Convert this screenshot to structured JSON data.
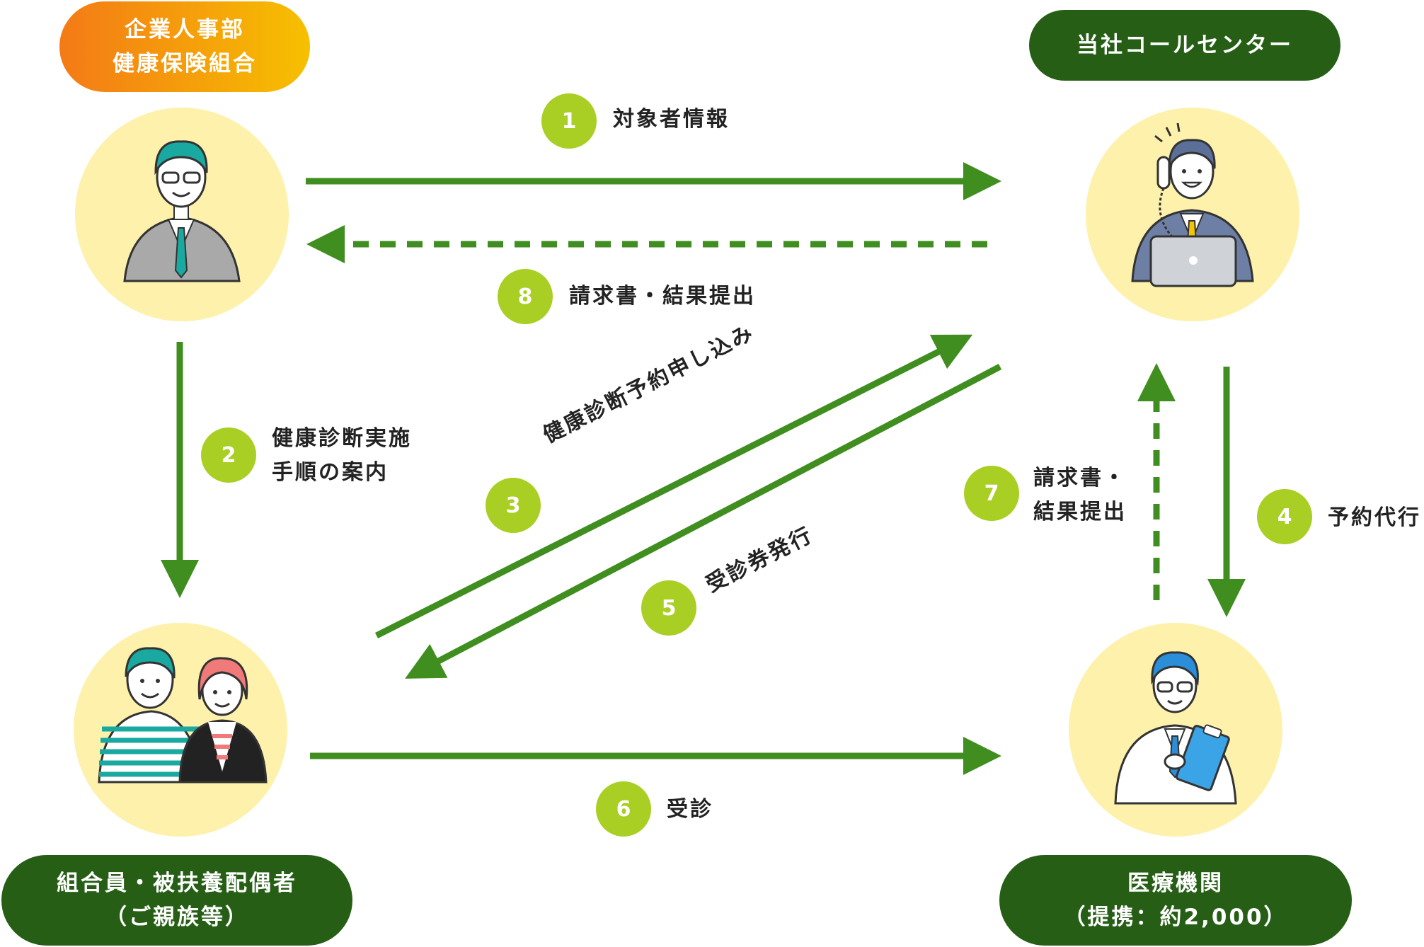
{
  "nodes": {
    "company": {
      "line1": "企業人事部",
      "line2": "健康保険組合"
    },
    "call_center": {
      "line1": "当社コールセンター"
    },
    "members": {
      "line1": "組合員・被扶養配偶者",
      "line2": "（ご親族等）"
    },
    "medical": {
      "line1": "医療機関",
      "line2": "（提携：約2,000）"
    }
  },
  "steps": [
    {
      "num": "1",
      "line1": "対象者情報"
    },
    {
      "num": "2",
      "line1": "健康診断実施",
      "line2": "手順の案内"
    },
    {
      "num": "3",
      "line1": "健康診断予約申し込み"
    },
    {
      "num": "4",
      "line1": "予約代行"
    },
    {
      "num": "5",
      "line1": "受診券発行"
    },
    {
      "num": "6",
      "line1": "受診"
    },
    {
      "num": "7",
      "line1": "請求書・",
      "line2": "結果提出"
    },
    {
      "num": "8",
      "line1": "請求書・結果提出"
    }
  ],
  "colors": {
    "arrow": "#3f8e1f",
    "badge": "#a9cf24",
    "pill_dark": "#265e16",
    "pill_orange_start": "#f47a16",
    "pill_orange_end": "#f6c000",
    "circle_bg": "#fdf1ab"
  },
  "icons": {
    "company": "businessman-icon",
    "call_center": "operator-on-phone-icon",
    "members": "couple-icon",
    "medical": "doctor-icon"
  }
}
